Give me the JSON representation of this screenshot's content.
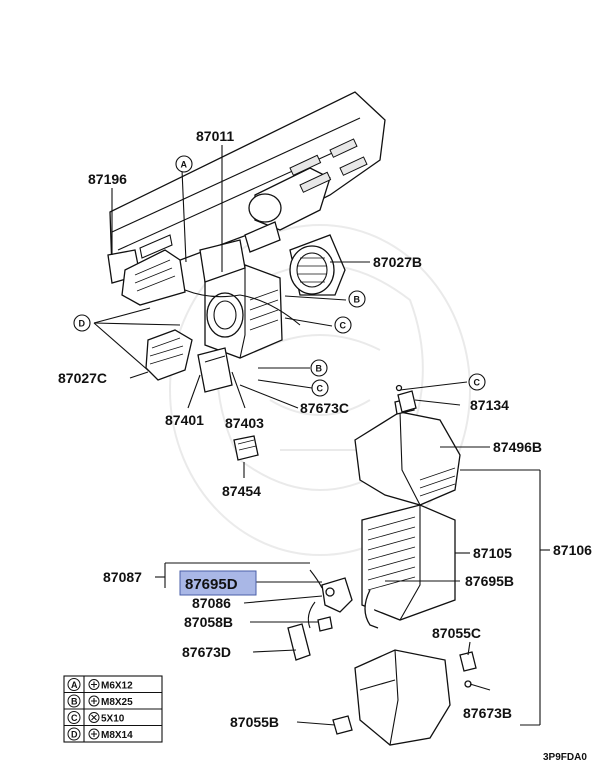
{
  "diagram": {
    "part_labels": {
      "p87011": "87011",
      "p87196": "87196",
      "p87027B": "87027B",
      "p87027C": "87027C",
      "p87401": "87401",
      "p87403": "87403",
      "p87673C": "87673C",
      "p87454": "87454",
      "p87134": "87134",
      "p87496B": "87496B",
      "p87105": "87105",
      "p87106": "87106",
      "p87087": "87087",
      "p87695D": "87695D",
      "p87086": "87086",
      "p87695B": "87695B",
      "p87058B": "87058B",
      "p87673D": "87673D",
      "p87055C": "87055C",
      "p87673B": "87673B",
      "p87055B": "87055B"
    },
    "callouts": {
      "A": "A",
      "B": "B",
      "C": "C",
      "D": "D"
    },
    "highlighted_part": "87695D",
    "highlight_color": "#a9b7e6",
    "legend": [
      {
        "key": "A",
        "value": "M6X12"
      },
      {
        "key": "B",
        "value": "M8X25"
      },
      {
        "key": "C",
        "value": "5X10"
      },
      {
        "key": "D",
        "value": "M8X14"
      }
    ],
    "diagram_code": "3P9FDA0"
  }
}
